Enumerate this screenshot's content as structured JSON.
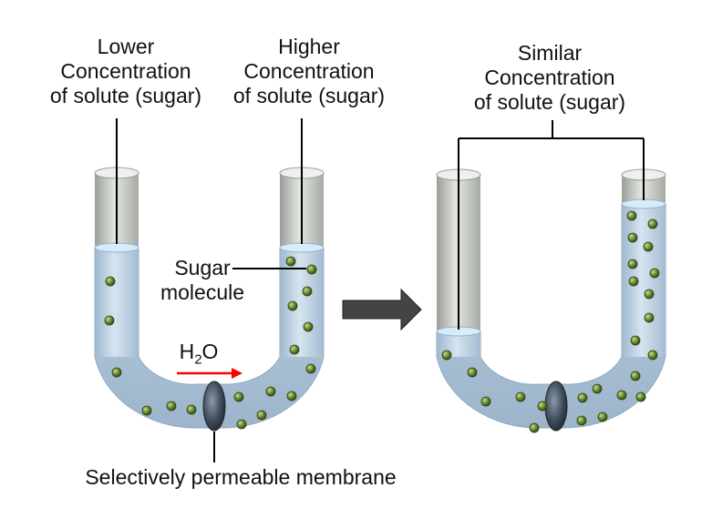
{
  "labels": {
    "left_tube_top": [
      "Lower",
      "Concentration",
      "of solute (sugar)"
    ],
    "right_arm_top": [
      "Higher",
      "Concentration",
      "of solute (sugar)"
    ],
    "after_top": [
      "Similar",
      "Concentration",
      "of solute (sugar)"
    ],
    "sugar_molecule": [
      "Sugar",
      "molecule"
    ],
    "water_main": "H",
    "water_sub": "2",
    "water_tail": "O",
    "membrane": "Selectively permeable membrane"
  },
  "colors": {
    "tube_fill": "#b7cde0",
    "tube_edge": "#8fa9c1",
    "empty_tube": "#d2d6d2",
    "sugar": "#5c7a2c",
    "membrane": "#3b4756",
    "arrow": "#444444",
    "water_arrow": "#ff0000"
  }
}
